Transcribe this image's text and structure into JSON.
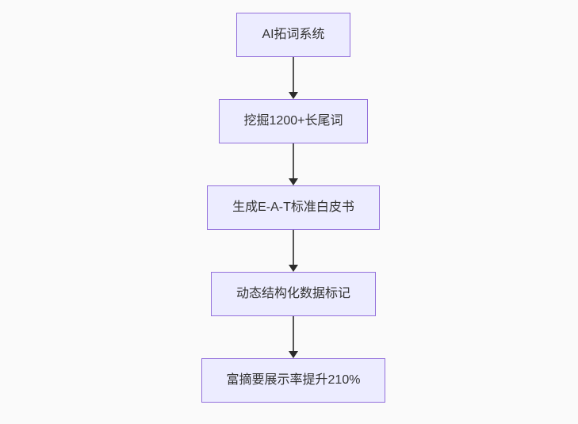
{
  "diagram": {
    "type": "flowchart-top-down",
    "nodes": [
      {
        "id": "A",
        "label": "AI拓词系统"
      },
      {
        "id": "B",
        "label": "挖掘1200+长尾词"
      },
      {
        "id": "C",
        "label": "生成E-A-T标准白皮书"
      },
      {
        "id": "D",
        "label": "动态结构化数据标记"
      },
      {
        "id": "E",
        "label": "富摘要展示率提升210%"
      }
    ],
    "edges": [
      {
        "from": "A",
        "to": "B"
      },
      {
        "from": "B",
        "to": "C"
      },
      {
        "from": "C",
        "to": "D"
      },
      {
        "from": "D",
        "to": "E"
      }
    ],
    "colors": {
      "background": "#fafafa",
      "node_fill": "#ECECFF",
      "node_border": "#9370DB",
      "node_text": "#333333",
      "arrow_line": "#555555",
      "arrow_head": "#2b2b2b"
    }
  }
}
